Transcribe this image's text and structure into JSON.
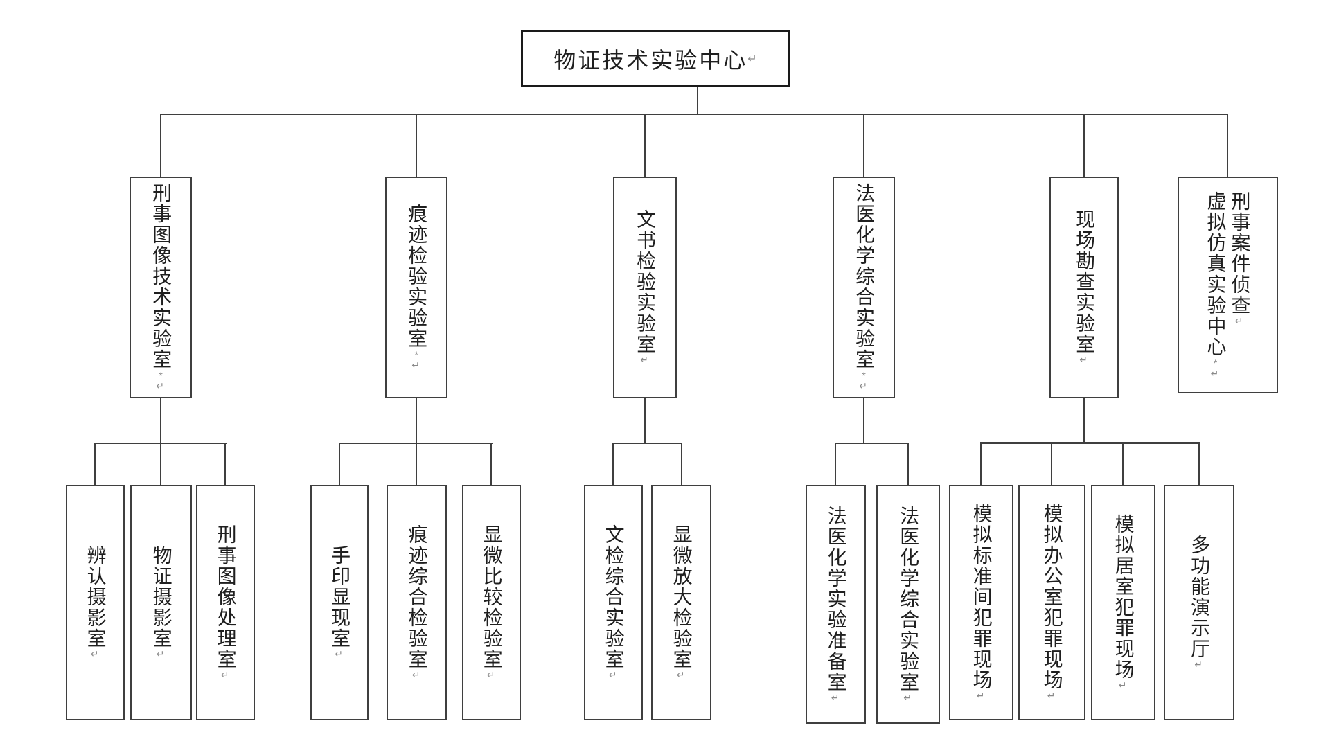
{
  "root": {
    "label": "物证技术实验中心",
    "marks": "↵"
  },
  "level2": [
    {
      "label": "刑事图像技术实验室",
      "marks": "*↵"
    },
    {
      "label": "痕迹检验实验室",
      "marks": "*↵"
    },
    {
      "label": "文书检验实验室",
      "marks": "↵"
    },
    {
      "label": "法医化学综合实验室",
      "marks": "*↵"
    },
    {
      "label": "现场勘查实验室",
      "marks": "↵"
    },
    {
      "lines": [
        {
          "label": "刑事案件侦查",
          "marks": "↵"
        },
        {
          "label": "虚拟仿真实验中心",
          "marks": "*↵"
        }
      ]
    }
  ],
  "level3": {
    "group1": [
      {
        "label": "辨认摄影室",
        "marks": "↵"
      },
      {
        "label": "物证摄影室",
        "marks": "↵"
      },
      {
        "label": "刑事图像处理室",
        "marks": "↵"
      }
    ],
    "group2": [
      {
        "label": "手印显现室",
        "marks": "↵"
      },
      {
        "label": "痕迹综合检验室",
        "marks": "↵"
      },
      {
        "label": "显微比较检验室",
        "marks": "↵"
      }
    ],
    "group3": [
      {
        "label": "文检综合实验室",
        "marks": "↵"
      },
      {
        "label": "显微放大检验室",
        "marks": "↵"
      }
    ],
    "group4": [
      {
        "label": "法医化学实验准备室",
        "marks": "↵"
      },
      {
        "label": "法医化学综合实验室",
        "marks": "↵"
      }
    ],
    "group5": [
      {
        "label": "模拟标准间犯罪现场",
        "marks": "↵"
      },
      {
        "label": "模拟办公室犯罪现场",
        "marks": "↵"
      },
      {
        "label": "模拟居室犯罪现场",
        "marks": "↵"
      },
      {
        "label": "多功能演示厅",
        "marks": "↵"
      }
    ]
  },
  "colors": {
    "line": "#3f3f3f",
    "border": "#3f3f3f",
    "root_border": "#1a1a1a",
    "text": "#1f1f1f",
    "marks": "#8a8a8a",
    "background": "#ffffff"
  }
}
